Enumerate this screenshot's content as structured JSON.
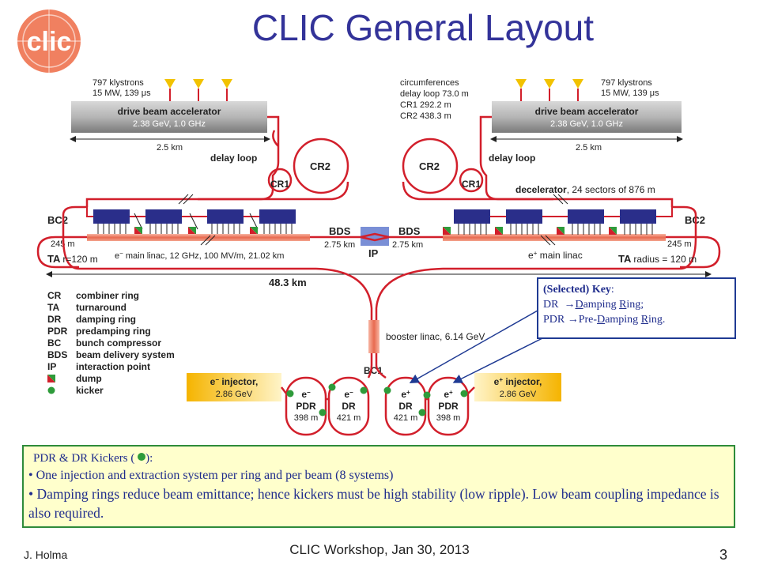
{
  "title": "CLIC General Layout",
  "logo_text": "clic",
  "colors": {
    "title": "#333399",
    "beamline": "#d21f2b",
    "linac": "#e86a50",
    "klystron": "#f2c200",
    "decelerator": "#2a2e8a",
    "kicker": "#2e9b3a",
    "injector": "#f5b400",
    "ip": "#7a8fd6"
  },
  "left": {
    "klystrons_line1": "797 klystrons",
    "klystrons_line2": "15 MW, 139 μs",
    "drive_beam_line1": "drive beam accelerator",
    "drive_beam_line2": "2.38 GeV, 1.0 GHz",
    "length": "2.5 km",
    "delay_loop": "delay loop",
    "cr2": "CR2",
    "cr1": "CR1",
    "bc2": "BC2",
    "dist_245": "245 m",
    "ta": "TA",
    "ta_r": "r=120 m",
    "linac_prefix": "e",
    "linac_sup": "−",
    "linac_label": " main linac, 12 GHz, 100 MV/m, 21.02 km",
    "bds": "BDS",
    "bds_len": "2.75 km"
  },
  "right": {
    "circ_title": "circumferences",
    "circ_delay": "delay loop 73.0 m",
    "circ_cr1": "CR1 292.2 m",
    "circ_cr2": "CR2 438.3 m",
    "klystrons_line1": "797 klystrons",
    "klystrons_line2": "15 MW, 139 μs",
    "drive_beam_line1": "drive beam accelerator",
    "drive_beam_line2": "2.38 GeV, 1.0 GHz",
    "length": "2.5 km",
    "delay_loop": "delay loop",
    "cr2": "CR2",
    "cr1": "CR1",
    "decelerator": "decelerator",
    "decelerator_detail": ", 24 sectors of 876 m",
    "bc2": "BC2",
    "dist_245": "245 m",
    "ta": "TA",
    "ta_r": "radius = 120 m",
    "linac_prefix": "e",
    "linac_sup": "+",
    "linac_label": " main linac",
    "bds": "BDS",
    "bds_len": "2.75 km"
  },
  "ip": "IP",
  "total_length": "48.3 km",
  "booster": "booster linac, 6.14 GeV",
  "bc1": "BC1",
  "injectors": {
    "left_line1_prefix": "e",
    "left_line1_sup": "−",
    "left_line1_suffix": " injector,",
    "left_line2": "2.86 GeV",
    "right_line1_prefix": "e",
    "right_line1_sup": "+",
    "right_line1_suffix": " injector,",
    "right_line2": "2.86 GeV"
  },
  "rings": [
    {
      "p": "e",
      "sup": "−",
      "name": "PDR",
      "len": "398 m"
    },
    {
      "p": "e",
      "sup": "−",
      "name": "DR",
      "len": "421 m"
    },
    {
      "p": "e",
      "sup": "+",
      "name": "DR",
      "len": "421 m"
    },
    {
      "p": "e",
      "sup": "+",
      "name": "PDR",
      "len": "398 m"
    }
  ],
  "legend": [
    {
      "abbr": "CR",
      "desc": "combiner ring"
    },
    {
      "abbr": "TA",
      "desc": "turnaround"
    },
    {
      "abbr": "DR",
      "desc": "damping ring"
    },
    {
      "abbr": "PDR",
      "desc": "predamping ring"
    },
    {
      "abbr": "BC",
      "desc": "bunch compressor"
    },
    {
      "abbr": "BDS",
      "desc": "beam delivery system"
    },
    {
      "abbr": "IP",
      "desc": "interaction point"
    },
    {
      "abbr": "",
      "desc": "dump"
    },
    {
      "abbr": "",
      "desc": "kicker"
    }
  ],
  "key": {
    "title_sel": "(Selected) ",
    "title_key": "Key",
    "colon": ":",
    "dr_abbr": "DR  ",
    "dr_arrow": "→",
    "dr_u1": "D",
    "dr_t1": "amping ",
    "dr_u2": "R",
    "dr_t2": "ing;",
    "pdr_abbr": "PDR ",
    "pdr_arrow": "→",
    "pdr_t0": "Pre-",
    "pdr_u1": "D",
    "pdr_t1": "amping ",
    "pdr_u2": "R",
    "pdr_t2": "ing."
  },
  "notes": {
    "heading_pre": "PDR & DR Kickers ( ",
    "heading_post": "):",
    "bullet1": "• One injection and extraction system per ring and per beam (8 systems)",
    "bullet2": "• Damping rings reduce beam emittance; hence kickers must be high stability (low ripple). Low beam coupling impedance is also required."
  },
  "footer": {
    "author": "J. Holma",
    "event": "CLIC Workshop, Jan 30, 2013",
    "page": "3"
  }
}
